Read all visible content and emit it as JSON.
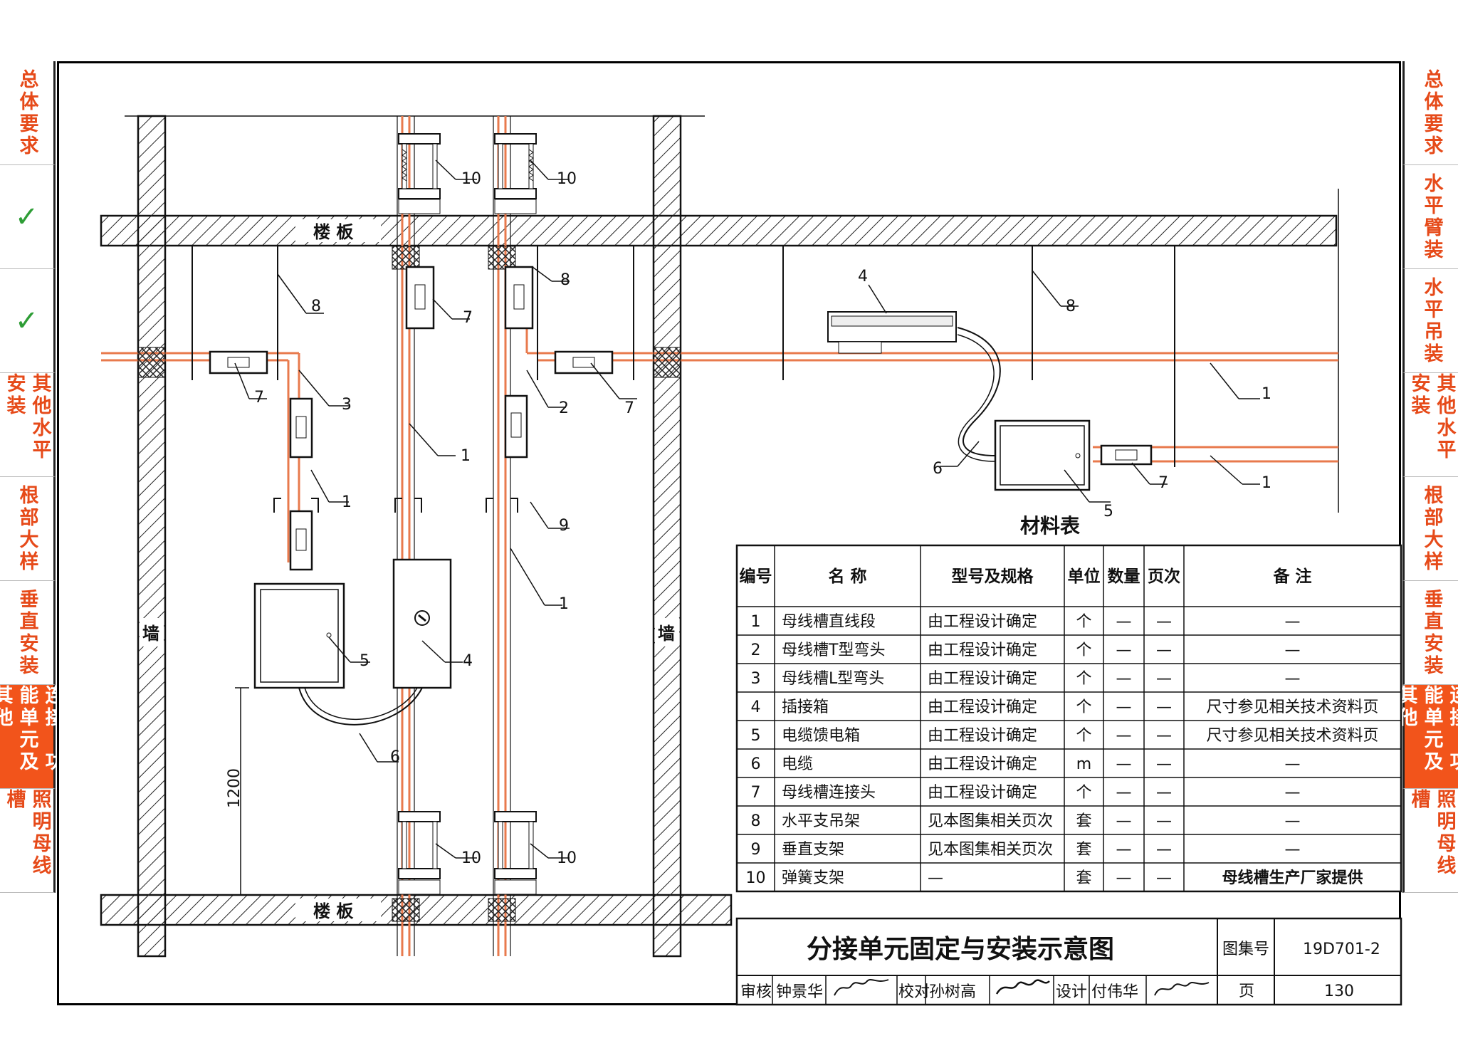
{
  "side_tabs": {
    "left": [
      {
        "label": "总体要求",
        "active": false
      },
      {
        "label": "",
        "active": false,
        "check": true
      },
      {
        "label": "",
        "active": false,
        "check": true
      },
      {
        "label": "其他水平安装",
        "active": false
      },
      {
        "label": "根部大样",
        "active": false
      },
      {
        "label": "垂直安装",
        "active": false
      },
      {
        "label": "连接、功能单元及其他",
        "active": true
      },
      {
        "label": "照明母线槽",
        "active": false
      }
    ],
    "right": [
      {
        "label": "总体要求",
        "active": false
      },
      {
        "label": "水平臂装",
        "active": false
      },
      {
        "label": "水平吊装",
        "active": false
      },
      {
        "label": "其他水平安装",
        "active": false
      },
      {
        "label": "根部大样",
        "active": false
      },
      {
        "label": "垂直安装",
        "active": false
      },
      {
        "label": "连接、功能单元及其他",
        "active": true
      },
      {
        "label": "照明母线槽",
        "active": false
      }
    ]
  },
  "colors": {
    "busway": "#e87a4d",
    "accent_tab": "#f2541b",
    "tab_text": "#e64a19",
    "line": "#111111"
  },
  "drawing": {
    "floor_label_top": "楼 板",
    "floor_label_bottom": "楼 板",
    "wall_label_left": "墙",
    "wall_label_right": "墙",
    "height_dim": "1200",
    "callouts": {
      "c10": "10",
      "c8": "8",
      "c7": "7",
      "c3": "3",
      "c2": "2",
      "c1": "1",
      "c9": "9",
      "c5": "5",
      "c4": "4",
      "c6": "6"
    }
  },
  "material_table": {
    "title": "材料表",
    "headers": [
      "编号",
      "名 称",
      "型号及规格",
      "单位",
      "数量",
      "页次",
      "备 注"
    ],
    "rows": [
      [
        "1",
        "母线槽直线段",
        "由工程设计确定",
        "个",
        "—",
        "—",
        "—"
      ],
      [
        "2",
        "母线槽T型弯头",
        "由工程设计确定",
        "个",
        "—",
        "—",
        "—"
      ],
      [
        "3",
        "母线槽L型弯头",
        "由工程设计确定",
        "个",
        "—",
        "—",
        "—"
      ],
      [
        "4",
        "插接箱",
        "由工程设计确定",
        "个",
        "—",
        "—",
        "尺寸参见相关技术资料页"
      ],
      [
        "5",
        "电缆馈电箱",
        "由工程设计确定",
        "个",
        "—",
        "—",
        "尺寸参见相关技术资料页"
      ],
      [
        "6",
        "电缆",
        "由工程设计确定",
        "m",
        "—",
        "—",
        "—"
      ],
      [
        "7",
        "母线槽连接头",
        "由工程设计确定",
        "个",
        "—",
        "—",
        "—"
      ],
      [
        "8",
        "水平支吊架",
        "见本图集相关页次",
        "套",
        "—",
        "—",
        "—"
      ],
      [
        "9",
        "垂直支架",
        "见本图集相关页次",
        "套",
        "—",
        "—",
        "—"
      ],
      [
        "10",
        "弹簧支架",
        "—",
        "套",
        "—",
        "—",
        "母线槽生产厂家提供"
      ]
    ]
  },
  "title_block": {
    "title": "分接单元固定与安装示意图",
    "atlas_label": "图集号",
    "atlas_no": "19D701-2",
    "page_label": "页",
    "page_no": "130",
    "review_label": "审核",
    "reviewer": "钟景华",
    "check_label": "校对",
    "checker": "孙树高",
    "design_label": "设计",
    "designer": "付伟华"
  }
}
